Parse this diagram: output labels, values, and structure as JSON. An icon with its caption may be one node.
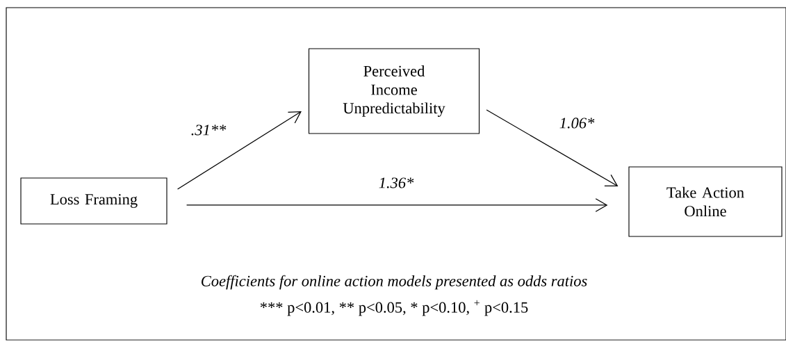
{
  "diagram": {
    "nodes": [
      {
        "text": [
          "Loss Framing"
        ]
      },
      {
        "text": [
          "Perceived Income Unpredictability"
        ]
      },
      {
        "text": [
          "Take Action Online"
        ]
      }
    ],
    "edges": [
      {
        "from": 0,
        "to": 1,
        "arrow": "to",
        "label": ".31**"
      },
      {
        "from": 1,
        "to": 2,
        "arrow": "to",
        "label": "1.06*"
      },
      {
        "from": 0,
        "to": 2,
        "arrow": "to",
        "label": "1.36*"
      }
    ],
    "labels": [
      "Coefficients for online action models presented as odds ratios",
      "*** p<0.01, ** p<0.05, * p<0.10, $^{+}$ p<0.15"
    ]
  }
}
